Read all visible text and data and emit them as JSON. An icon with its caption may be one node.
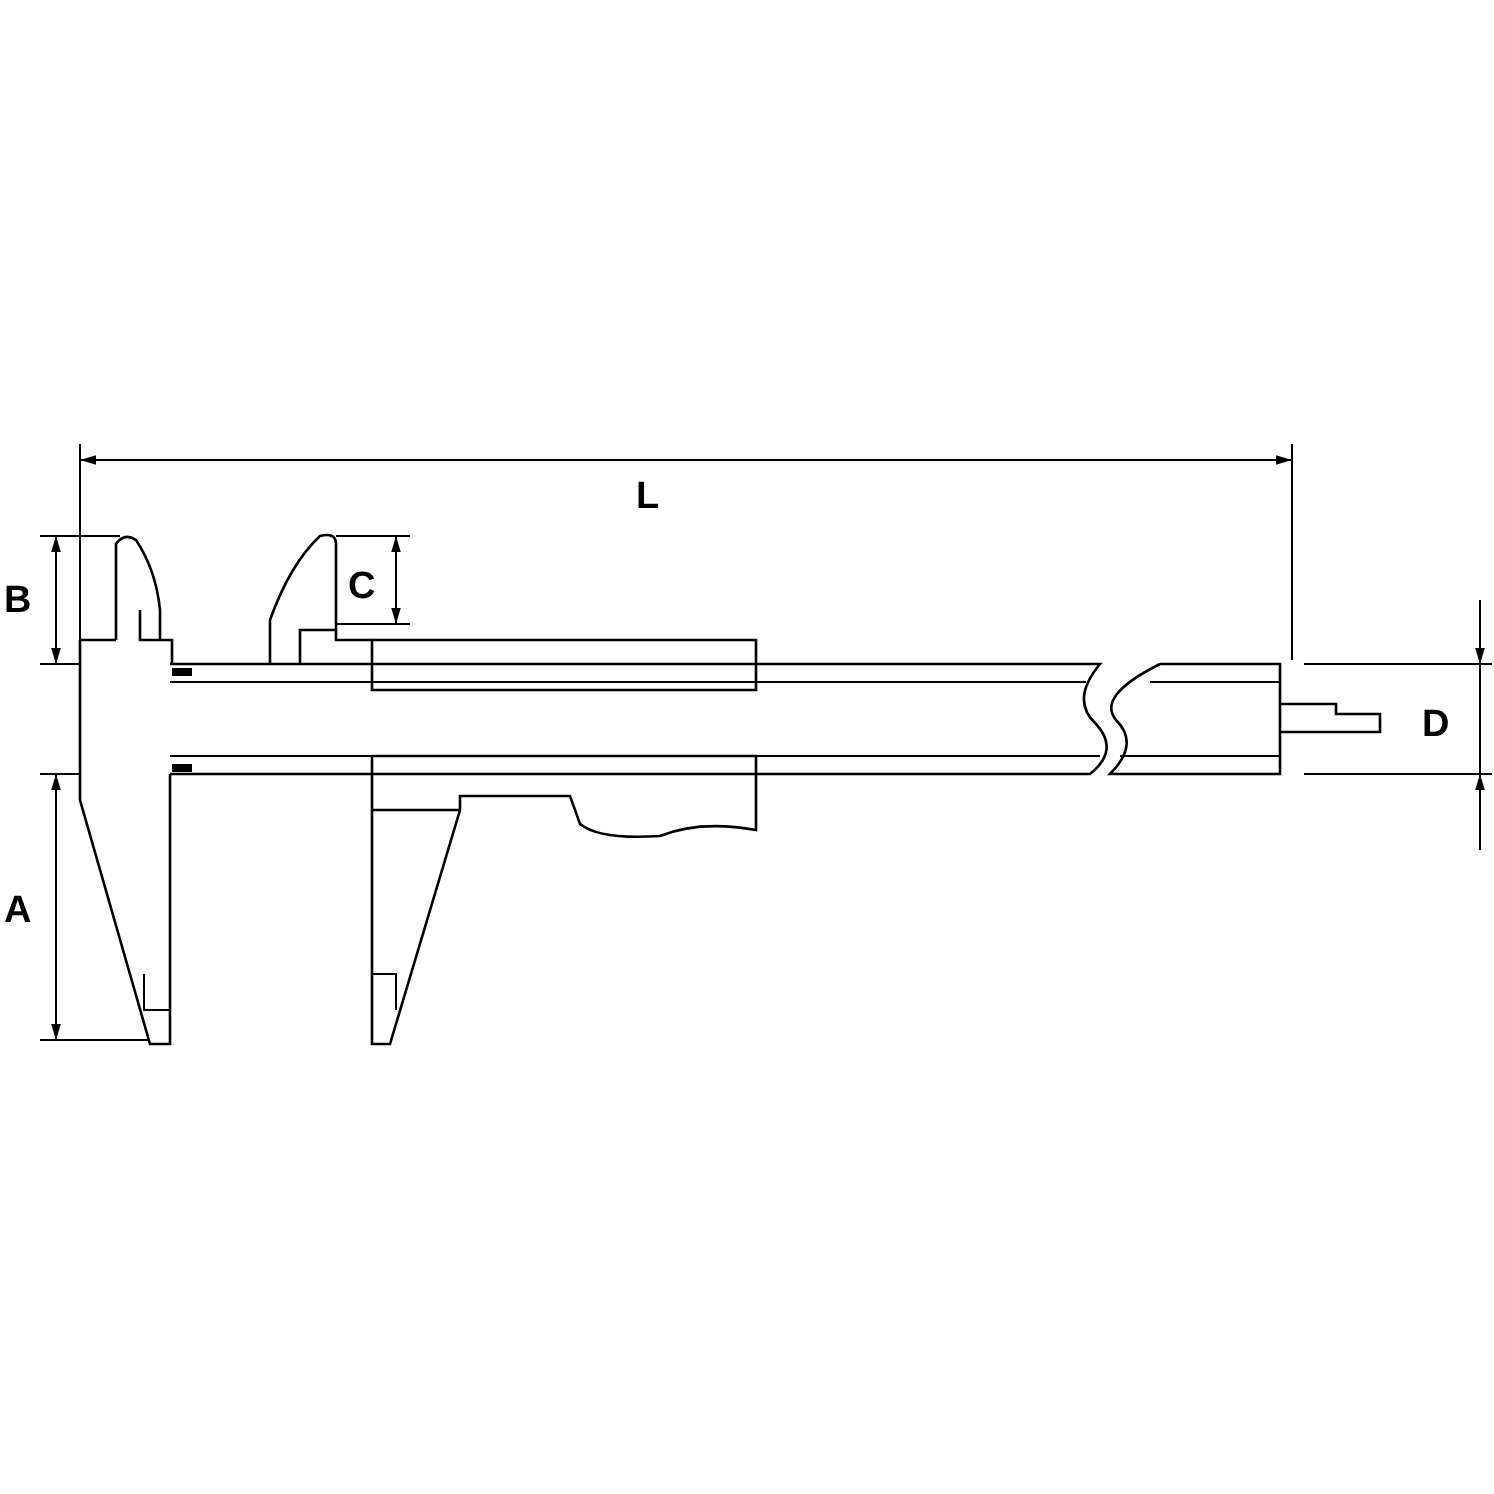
{
  "diagram": {
    "labels": [
      "L",
      "B",
      "C",
      "D",
      "A"
    ]
  }
}
